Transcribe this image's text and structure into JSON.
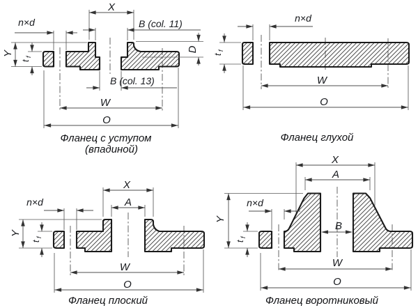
{
  "diagram": {
    "title_hint": "Flange types dimension drawing",
    "colors": {
      "outline": "#1a1a1a",
      "dimension": "#4c4c4c",
      "background": "#ffffff"
    },
    "labels": {
      "x": "X",
      "a": "A",
      "b": "B",
      "d": "D",
      "y": "Y",
      "w": "W",
      "o": "O",
      "nxd": "n×d",
      "t": "t",
      "t_sub": "f",
      "b_col11": "B (col. 11)",
      "b_col13": "B (col. 13)"
    },
    "figures": {
      "stepped": {
        "caption_line1": "Фланец с уступом",
        "caption_line2": "(впадиной)"
      },
      "blind": {
        "caption": "Фланец глухой"
      },
      "flat": {
        "caption": "Фланец плоский"
      },
      "collar": {
        "caption": "Фланец воротниковый"
      }
    }
  }
}
